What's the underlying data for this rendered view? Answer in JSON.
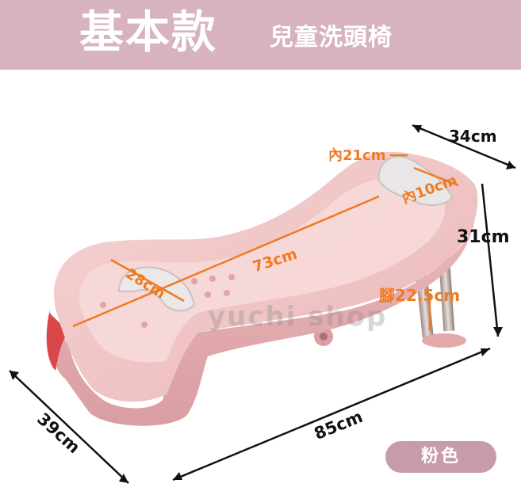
{
  "banner": {
    "title": "基本款",
    "subtitle": "兒童洗頭椅"
  },
  "dimensions": {
    "width_top": "34cm",
    "inner_width_top": "內21cm",
    "inner_head": "內10cm",
    "height": "31cm",
    "inner_length": "73cm",
    "inner_seat": "28cm",
    "leg_height": "腳22.5cm",
    "width_base": "39cm",
    "length": "85cm"
  },
  "watermark": "yuchi shop",
  "color_option": "粉色",
  "colors": {
    "banner": "#d7b3bd",
    "pill": "#c89ba8",
    "chair_pink": "#f2c8ca",
    "accent_orange": "#f07a20"
  }
}
